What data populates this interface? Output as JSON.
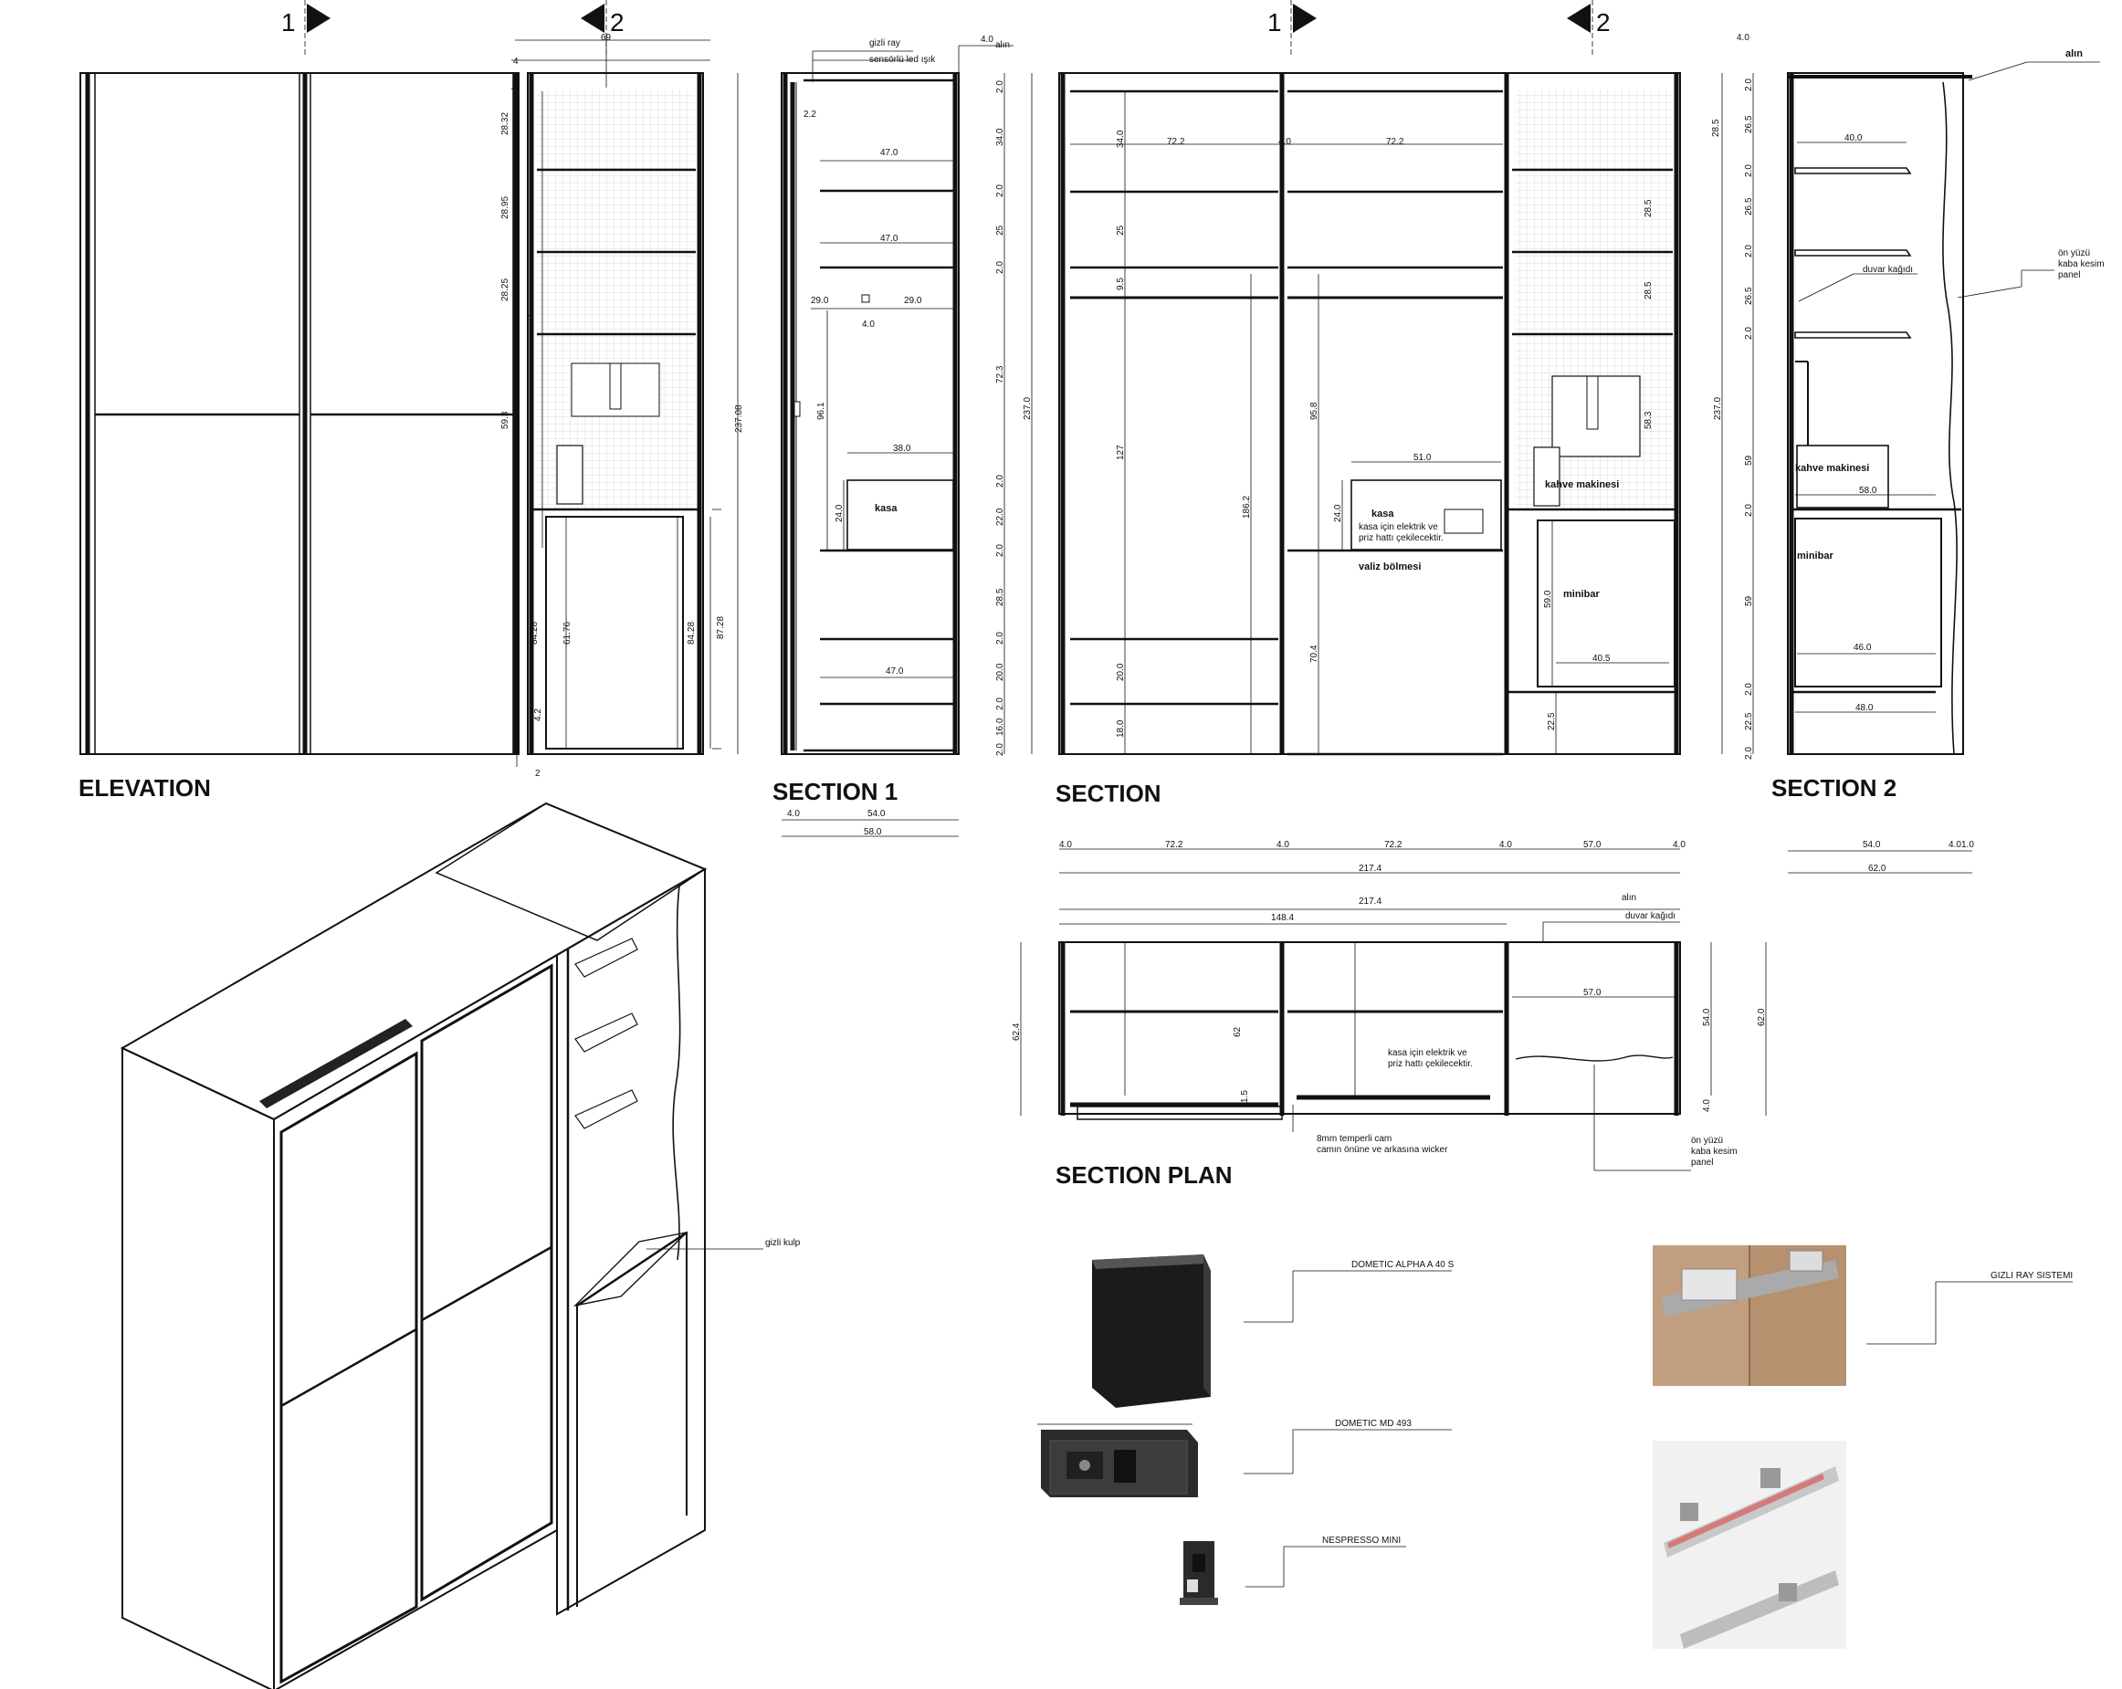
{
  "section_markers": {
    "one": "1",
    "two": "2"
  },
  "titles": {
    "elevation": "ELEVATION",
    "section1": "SECTION 1",
    "section": "SECTION",
    "section2": "SECTION 2",
    "section_plan": "SECTION PLAN"
  },
  "labels": {
    "gizli_ray": "gizli ray",
    "sensorlu_led": "sensörlü led ışık",
    "alin": "alın",
    "kasa": "kasa",
    "kasa_note_1": "kasa için elektrik ve",
    "kasa_note_2": "priz hattı çekilecektir.",
    "valiz": "valiz bölmesi",
    "kahve": "kahve makinesi",
    "minibar": "minibar",
    "duvar_kagidi": "duvar kağıdı",
    "on_yuzu_1": "ön yüzü",
    "on_yuzu_2": "kaba kesim",
    "on_yuzu_3": "panel",
    "temperli_1": "8mm temperli cam",
    "temperli_2": "camın önüne ve arkasına wicker",
    "gizli_kulp": "gizli kulp"
  },
  "products": {
    "minibar": "DOMETIC ALPHA A 40 S",
    "safe": "DOMETIC MD 493",
    "coffee": "NESPRESSO MINI",
    "rail": "GIZLI RAY SISTEMI"
  },
  "dims": {
    "e_4": "4",
    "e_69": "69",
    "e_2832": "28.32",
    "e_2895": "28.95",
    "e_2825": "28.25",
    "e_2": "2",
    "e_593": "59.3",
    "e_8428a": "84.28",
    "e_6176": "61.76",
    "e_8428b": "84.28",
    "e_8728": "87.28",
    "e_23708": "237.08",
    "e_42": "4.2",
    "e_2b": "2",
    "s1_40top": "4.0",
    "s1_22": "2.2",
    "s1_470a": "47.0",
    "s1_470b": "47.0",
    "s1_290a": "29.0",
    "s1_290b": "29.0",
    "s1_40m": "4.0",
    "s1_961": "96.1",
    "s1_380": "38.0",
    "s1_240": "24.0",
    "s1_470c": "47.0",
    "s1_20a": "2.0",
    "s1_340": "34.0",
    "s1_20b": "2.0",
    "s1_25": "25",
    "s1_20c": "2.0",
    "s1_723": "72.3",
    "s1_20d": "2.0",
    "s1_220": "22.0",
    "s1_20e": "2.0",
    "s1_285": "28.5",
    "s1_20f": "2.0",
    "s1_200": "20.0",
    "s1_20g": "2.0",
    "s1_160": "16.0",
    "s1_20h": "2.0",
    "s1_2370": "237.0",
    "s1_40b": "4.0",
    "s1_540": "54.0",
    "s1_580": "58.0",
    "s_722a": "72.2",
    "s_40a": "4.0",
    "s_722b": "72.2",
    "s_340": "34.0",
    "s_25": "25",
    "s_95": "9.5",
    "s_127": "127",
    "s_1862": "186.2",
    "s_958": "95.8",
    "s_510": "51.0",
    "s_240": "24.0",
    "s_200": "20.0",
    "s_180": "18.0",
    "s_704": "70.4",
    "s_285a": "28.5",
    "s_285b": "28.5",
    "s_285c": "28.5",
    "s_583": "58.3",
    "s_590": "59.0",
    "s_405": "40.5",
    "s_225": "22.5",
    "s_2370": "237.0",
    "sb_40a": "4.0",
    "sb_722a": "72.2",
    "sb_40b": "4.0",
    "sb_722b": "72.2",
    "sb_40c": "4.0",
    "sb_570": "57.0",
    "sb_40d": "4.0",
    "sb_2174": "217.4",
    "s2_40top": "4.0",
    "s2_20a": "2.0",
    "s2_265a": "26.5",
    "s2_400": "40.0",
    "s2_20b": "2.0",
    "s2_265b": "26.5",
    "s2_20c": "2.0",
    "s2_265c": "26.5",
    "s2_20d": "2.0",
    "s2_59a": "59",
    "s2_580": "58.0",
    "s2_20e": "2.0",
    "s2_59b": "59",
    "s2_460": "46.0",
    "s2_20f": "2.0",
    "s2_225": "22.5",
    "s2_480": "48.0",
    "s2_20g": "2.0",
    "s2_540": "54.0",
    "s2_40b": "4.0",
    "s2_10": "1.0",
    "s2_620": "62.0",
    "p_2174": "217.4",
    "p_1484": "148.4",
    "p_624": "62.4",
    "p_62": "62",
    "p_15": "1.5",
    "p_570": "57.0",
    "p_540": "54.0",
    "p_620": "62.0",
    "p_40": "4.0"
  }
}
